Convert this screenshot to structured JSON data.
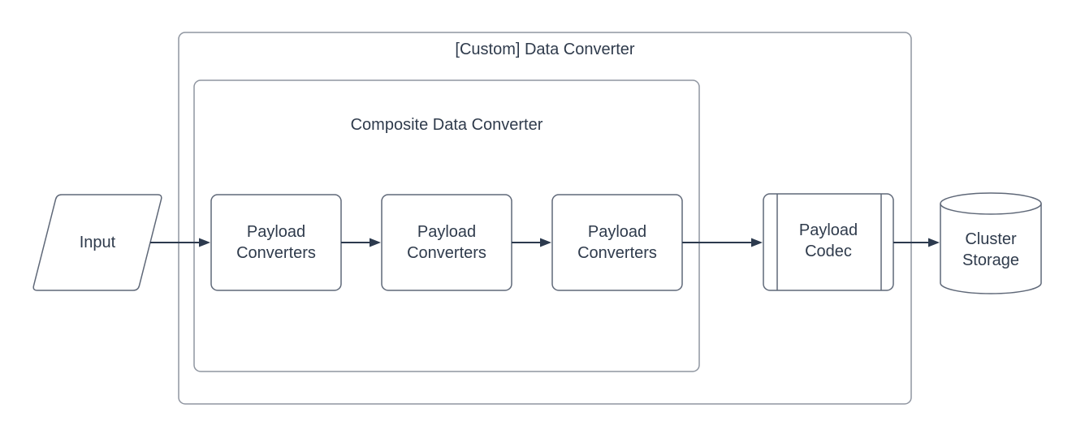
{
  "diagram": {
    "containers": {
      "outer": {
        "label": "[Custom] Data Converter"
      },
      "composite": {
        "label": "Composite Data Converter"
      }
    },
    "nodes": {
      "input": {
        "label": "Input",
        "shape": "parallelogram"
      },
      "payload_converters_1": {
        "label": "Payload Converters",
        "shape": "rounded-rectangle"
      },
      "payload_converters_2": {
        "label": "Payload Converters",
        "shape": "rounded-rectangle"
      },
      "payload_converters_3": {
        "label": "Payload Converters",
        "shape": "rounded-rectangle"
      },
      "payload_codec": {
        "label": "Payload Codec",
        "shape": "predefined-process"
      },
      "cluster_storage": {
        "label": "Cluster Storage",
        "shape": "cylinder"
      }
    },
    "edges": [
      {
        "from": "input",
        "to": "payload_converters_1"
      },
      {
        "from": "payload_converters_1",
        "to": "payload_converters_2"
      },
      {
        "from": "payload_converters_2",
        "to": "payload_converters_3"
      },
      {
        "from": "payload_converters_3",
        "to": "payload_codec"
      },
      {
        "from": "payload_codec",
        "to": "cluster_storage"
      }
    ],
    "colors": {
      "background": "#ffffff",
      "text": "#2f3b4c",
      "shape_stroke": "#5f6878",
      "container_stroke": "#8f95a0",
      "arrow": "#2c3a4e"
    }
  }
}
